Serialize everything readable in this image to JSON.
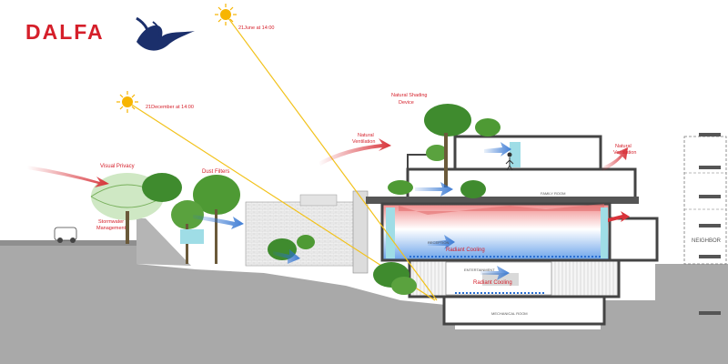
{
  "brand": {
    "name": "DALFA",
    "colors": {
      "red": "#d51f2a",
      "navy": "#1b2f6b"
    }
  },
  "sun_labels": {
    "june": "21June at 14:00",
    "december": "21December at 14:00"
  },
  "annotations": {
    "visual_privacy": "Visual Privacy",
    "dust_filters": "Dust Filters",
    "natural_shading_1": "Natural Shading",
    "natural_shading_2": "Device",
    "natural_ventilation_left_1": "Natural",
    "natural_ventilation_left_2": "Ventilation",
    "natural_ventilation_right_1": "Natural",
    "natural_ventilation_right_2": "Ventilation",
    "stormwater_1": "Stormwater",
    "stormwater_2": "Management",
    "radiant_cooling_upper": "Radiant Cooling",
    "radiant_cooling_lower": "Radiant Cooling"
  },
  "rooms": {
    "family_room": "FAMILY ROOM",
    "reception": "RECEPTION",
    "entertainment": "ENTERTAINMENT",
    "mechanical_room": "MECHANICAL ROOM",
    "neighbor": "NEIGHBOR"
  },
  "colors": {
    "sun_ray": "#f2c21b",
    "arrow_red": "#d8333a",
    "arrow_blue": "#2a6fd0",
    "ground": "#a9a9a9",
    "tree_green": "#3f8b2e",
    "glass": "#9fdde6"
  }
}
